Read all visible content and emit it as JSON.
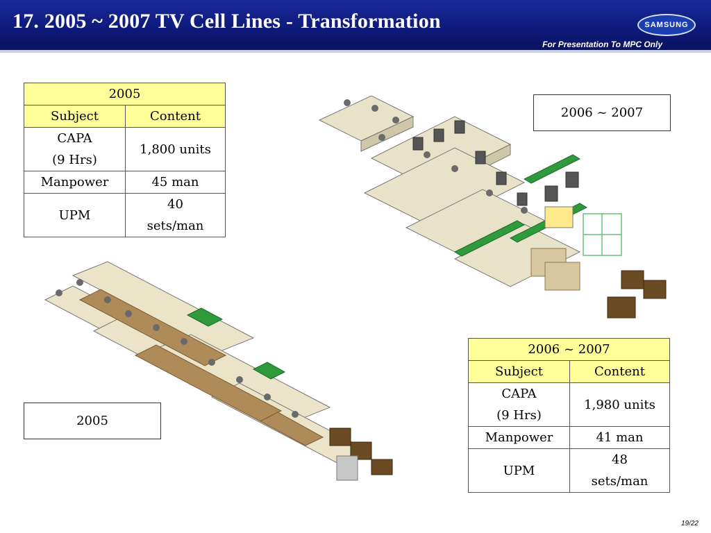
{
  "header": {
    "title": "17. 2005 ~ 2007 TV Cell Lines - Transformation",
    "subtitle": "For Presentation To MPC Only",
    "logo_text": "SAMSUNG"
  },
  "table_2005": {
    "year": "2005",
    "col_subject": "Subject",
    "col_content": "Content",
    "rows": [
      {
        "subject_line1": "CAPA",
        "subject_line2": "(9 Hrs)",
        "content": "1,800 units"
      },
      {
        "subject": "Manpower",
        "content": "45 man"
      },
      {
        "subject": "UPM",
        "content_line1": "40",
        "content_line2": "sets/man"
      }
    ]
  },
  "table_2007": {
    "year": "2006 ~ 2007",
    "col_subject": "Subject",
    "col_content": "Content",
    "rows": [
      {
        "subject_line1": "CAPA",
        "subject_line2": "(9 Hrs)",
        "content": "1,980 units"
      },
      {
        "subject": "Manpower",
        "content": "41 man"
      },
      {
        "subject": "UPM",
        "content_line1": "48",
        "content_line2": "sets/man"
      }
    ]
  },
  "label_2007": "2006 ~ 2007",
  "label_2005": "2005",
  "page_number": "19/22",
  "colors": {
    "header_blue": "#0d1a7a",
    "table_yellow": "#ffff99",
    "conveyor_green": "#2e9a3c"
  }
}
